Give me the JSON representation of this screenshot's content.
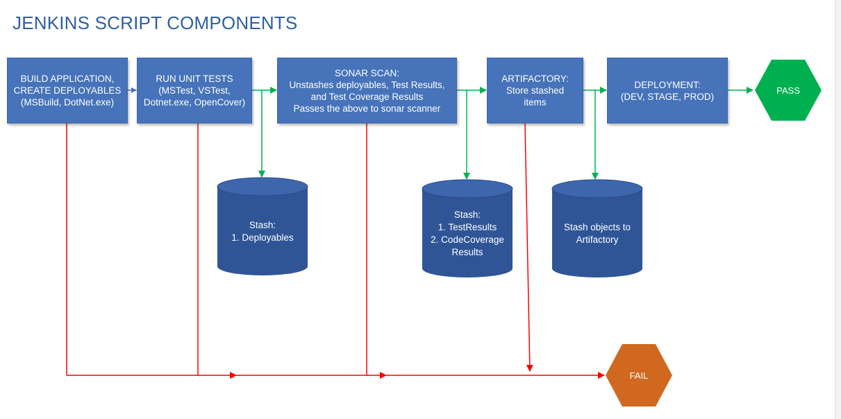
{
  "title": "JENKINS SCRIPT COMPONENTS",
  "steps": [
    {
      "lines": [
        "BUILD APPLICATION,",
        "CREATE DEPLOYABLES",
        "(MSBuild, DotNet.exe)"
      ]
    },
    {
      "lines": [
        "RUN UNIT TESTS",
        "(MSTest, VSTest,",
        "Dotnet.exe, OpenCover)"
      ]
    },
    {
      "lines": [
        "SONAR SCAN:",
        "Unstashes deployables, Test Results,",
        "and Test Coverage Results",
        "Passes the above to sonar scanner"
      ]
    },
    {
      "lines": [
        "ARTIFACTORY:",
        "Store stashed",
        "items"
      ]
    },
    {
      "lines": [
        "DEPLOYMENT:",
        "(DEV, STAGE, PROD)"
      ]
    }
  ],
  "stashes": [
    {
      "lines": [
        "Stash:",
        "1. Deployables"
      ]
    },
    {
      "lines": [
        "Stash:",
        "1. TestResults",
        "2. CodeCoverage",
        "Results"
      ]
    },
    {
      "lines": [
        "Stash objects to",
        "Artifactory"
      ]
    }
  ],
  "pass_label": "PASS",
  "fail_label": "FAIL",
  "colors": {
    "title": "#2e5fa3",
    "process_box": "#4673b9",
    "cylinder": "#2f5597",
    "success_arrow": "#00b050",
    "failure_arrow": "#ff0000",
    "pass": "#00b050",
    "fail": "#d0691f"
  }
}
